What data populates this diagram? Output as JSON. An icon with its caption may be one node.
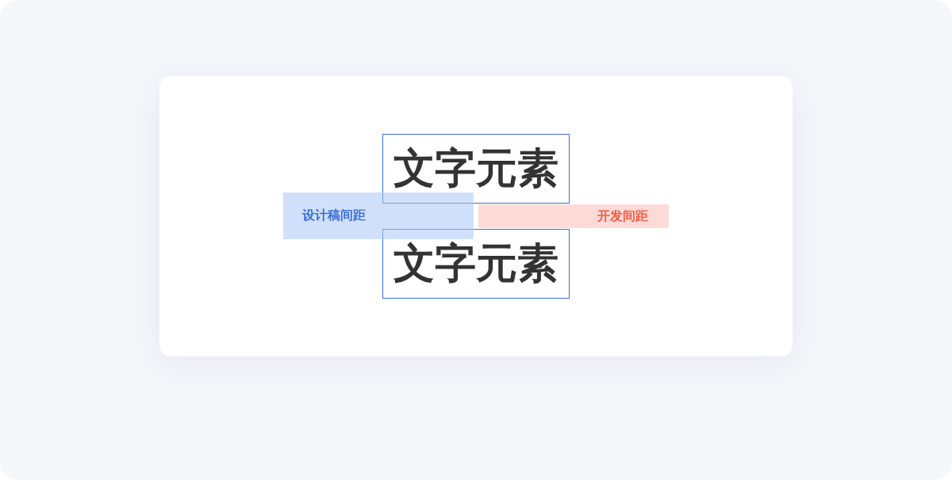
{
  "diagram": {
    "nodes": [
      {
        "text": [],
        "shape": "box"
      },
      {
        "text": [
          "文字元素"
        ],
        "in": 0
      },
      {
        "text": [
          "文字元素"
        ],
        "in": 0
      },
      {
        "text": [
          "设计稿间距"
        ],
        "in": 0
      },
      {
        "text": [
          "开发间距"
        ],
        "in": 0
      }
    ]
  }
}
